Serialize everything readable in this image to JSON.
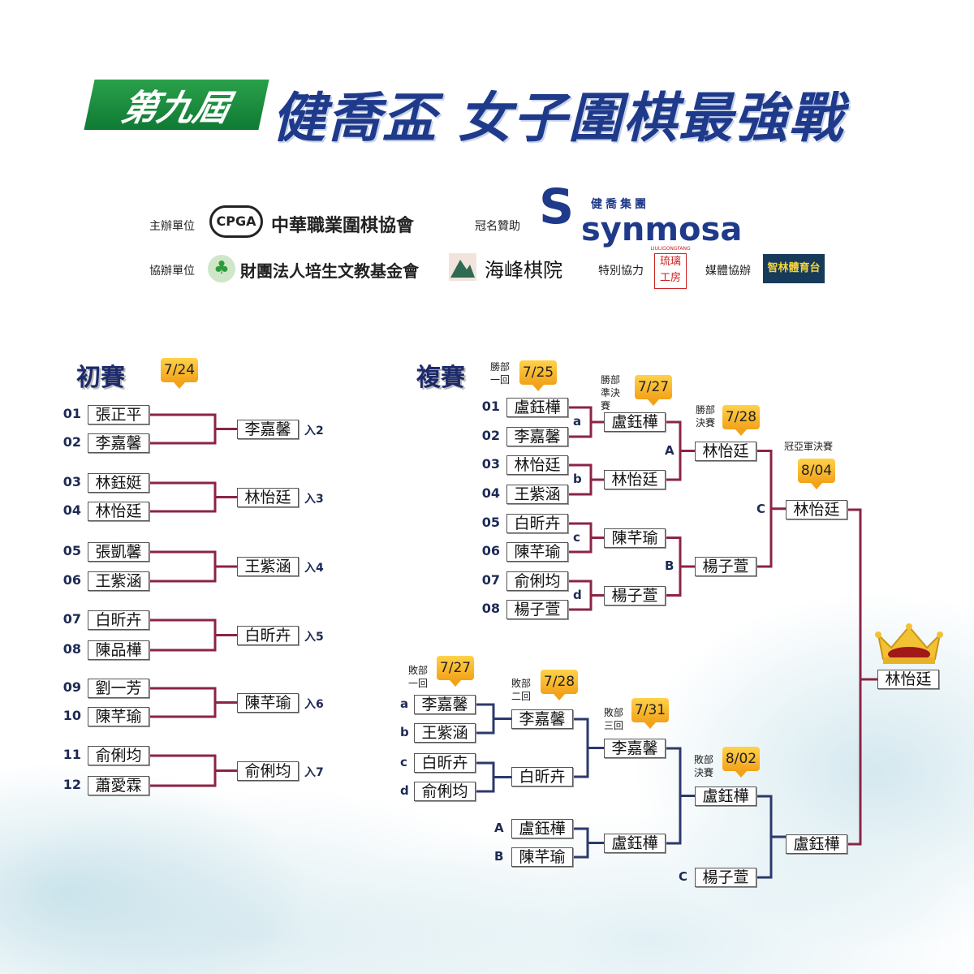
{
  "title": {
    "edition": "第九屆",
    "main": "健喬盃 女子圍棋最強戰"
  },
  "sponsors": {
    "host_label": "主辦單位",
    "host_logo": "CPGA",
    "host_name": "中華職業圍棋協會",
    "title_sponsor_label": "冠名贊助",
    "title_sponsor_cn": "健喬集團",
    "title_sponsor_en": "synmosa",
    "co_label": "協辦單位",
    "co_name": "財團法人培生文教基金會",
    "co_name2": "海峰棋院",
    "special_label": "特別協力",
    "special_name": "琉璃工房",
    "special_en": "LIULIGONGFANG",
    "media_label": "媒體協辦",
    "media_name": "智林體育台"
  },
  "prelim": {
    "heading": "初賽",
    "date": "7/24",
    "players": [
      {
        "no": "01",
        "name": "張正平"
      },
      {
        "no": "02",
        "name": "李嘉馨"
      },
      {
        "no": "03",
        "name": "林鈺娗"
      },
      {
        "no": "04",
        "name": "林怡廷"
      },
      {
        "no": "05",
        "name": "張凱馨"
      },
      {
        "no": "06",
        "name": "王紫涵"
      },
      {
        "no": "07",
        "name": "白昕卉"
      },
      {
        "no": "08",
        "name": "陳品樺"
      },
      {
        "no": "09",
        "name": "劉一芳"
      },
      {
        "no": "10",
        "name": "陳芊瑜"
      },
      {
        "no": "11",
        "name": "俞俐均"
      },
      {
        "no": "12",
        "name": "蕭愛霖"
      }
    ],
    "winners": [
      {
        "name": "李嘉馨",
        "to": "入2"
      },
      {
        "name": "林怡廷",
        "to": "入3"
      },
      {
        "name": "王紫涵",
        "to": "入4"
      },
      {
        "name": "白昕卉",
        "to": "入5"
      },
      {
        "name": "陳芊瑜",
        "to": "入6"
      },
      {
        "name": "俞俐均",
        "to": "入7"
      }
    ]
  },
  "main": {
    "heading": "複賽",
    "wb_r1": {
      "label": "勝部一回",
      "date": "7/25",
      "players": [
        {
          "no": "01",
          "name": "盧鈺樺"
        },
        {
          "no": "02",
          "name": "李嘉馨"
        },
        {
          "no": "03",
          "name": "林怡廷"
        },
        {
          "no": "04",
          "name": "王紫涵"
        },
        {
          "no": "05",
          "name": "白昕卉"
        },
        {
          "no": "06",
          "name": "陳芊瑜"
        },
        {
          "no": "07",
          "name": "俞俐均"
        },
        {
          "no": "08",
          "name": "楊子萱"
        }
      ]
    },
    "wb_r2": {
      "label": "勝部準決賽",
      "date": "7/27",
      "matches": [
        {
          "id": "a",
          "winner": "盧鈺樺"
        },
        {
          "id": "b",
          "winner": "林怡廷"
        },
        {
          "id": "c",
          "winner": "陳芊瑜"
        },
        {
          "id": "d",
          "winner": "楊子萱"
        }
      ]
    },
    "wb_r3": {
      "label": "勝部決賽",
      "date": "7/28",
      "matches": [
        {
          "id": "A",
          "winner": "林怡廷"
        },
        {
          "id": "B",
          "winner": "楊子萱"
        }
      ]
    },
    "final": {
      "label": "冠亞軍決賽",
      "date": "8/04",
      "id": "C",
      "top": "林怡廷",
      "bottom": "盧鈺樺",
      "champion": "林怡廷"
    },
    "lb_r1": {
      "label": "敗部一回",
      "date": "7/27",
      "players": [
        {
          "id": "a",
          "name": "李嘉馨"
        },
        {
          "id": "b",
          "name": "王紫涵"
        },
        {
          "id": "c",
          "name": "白昕卉"
        },
        {
          "id": "d",
          "name": "俞俐均"
        }
      ]
    },
    "lb_r2": {
      "label": "敗部二回",
      "date": "7/28",
      "winners": [
        "李嘉馨",
        "白昕卉"
      ],
      "drop": [
        {
          "id": "A",
          "name": "盧鈺樺"
        },
        {
          "id": "B",
          "name": "陳芊瑜"
        }
      ]
    },
    "lb_r3": {
      "label": "敗部三回",
      "date": "7/31",
      "winners": [
        "李嘉馨",
        "盧鈺樺"
      ]
    },
    "lb_final": {
      "label": "敗部決賽",
      "date": "8/02",
      "winner": "盧鈺樺",
      "drop": {
        "id": "C",
        "name": "楊子萱"
      }
    }
  },
  "colors": {
    "winners_line": "#8b2446",
    "losers_line": "#2b3a6b",
    "badge": "#f2a21a"
  }
}
